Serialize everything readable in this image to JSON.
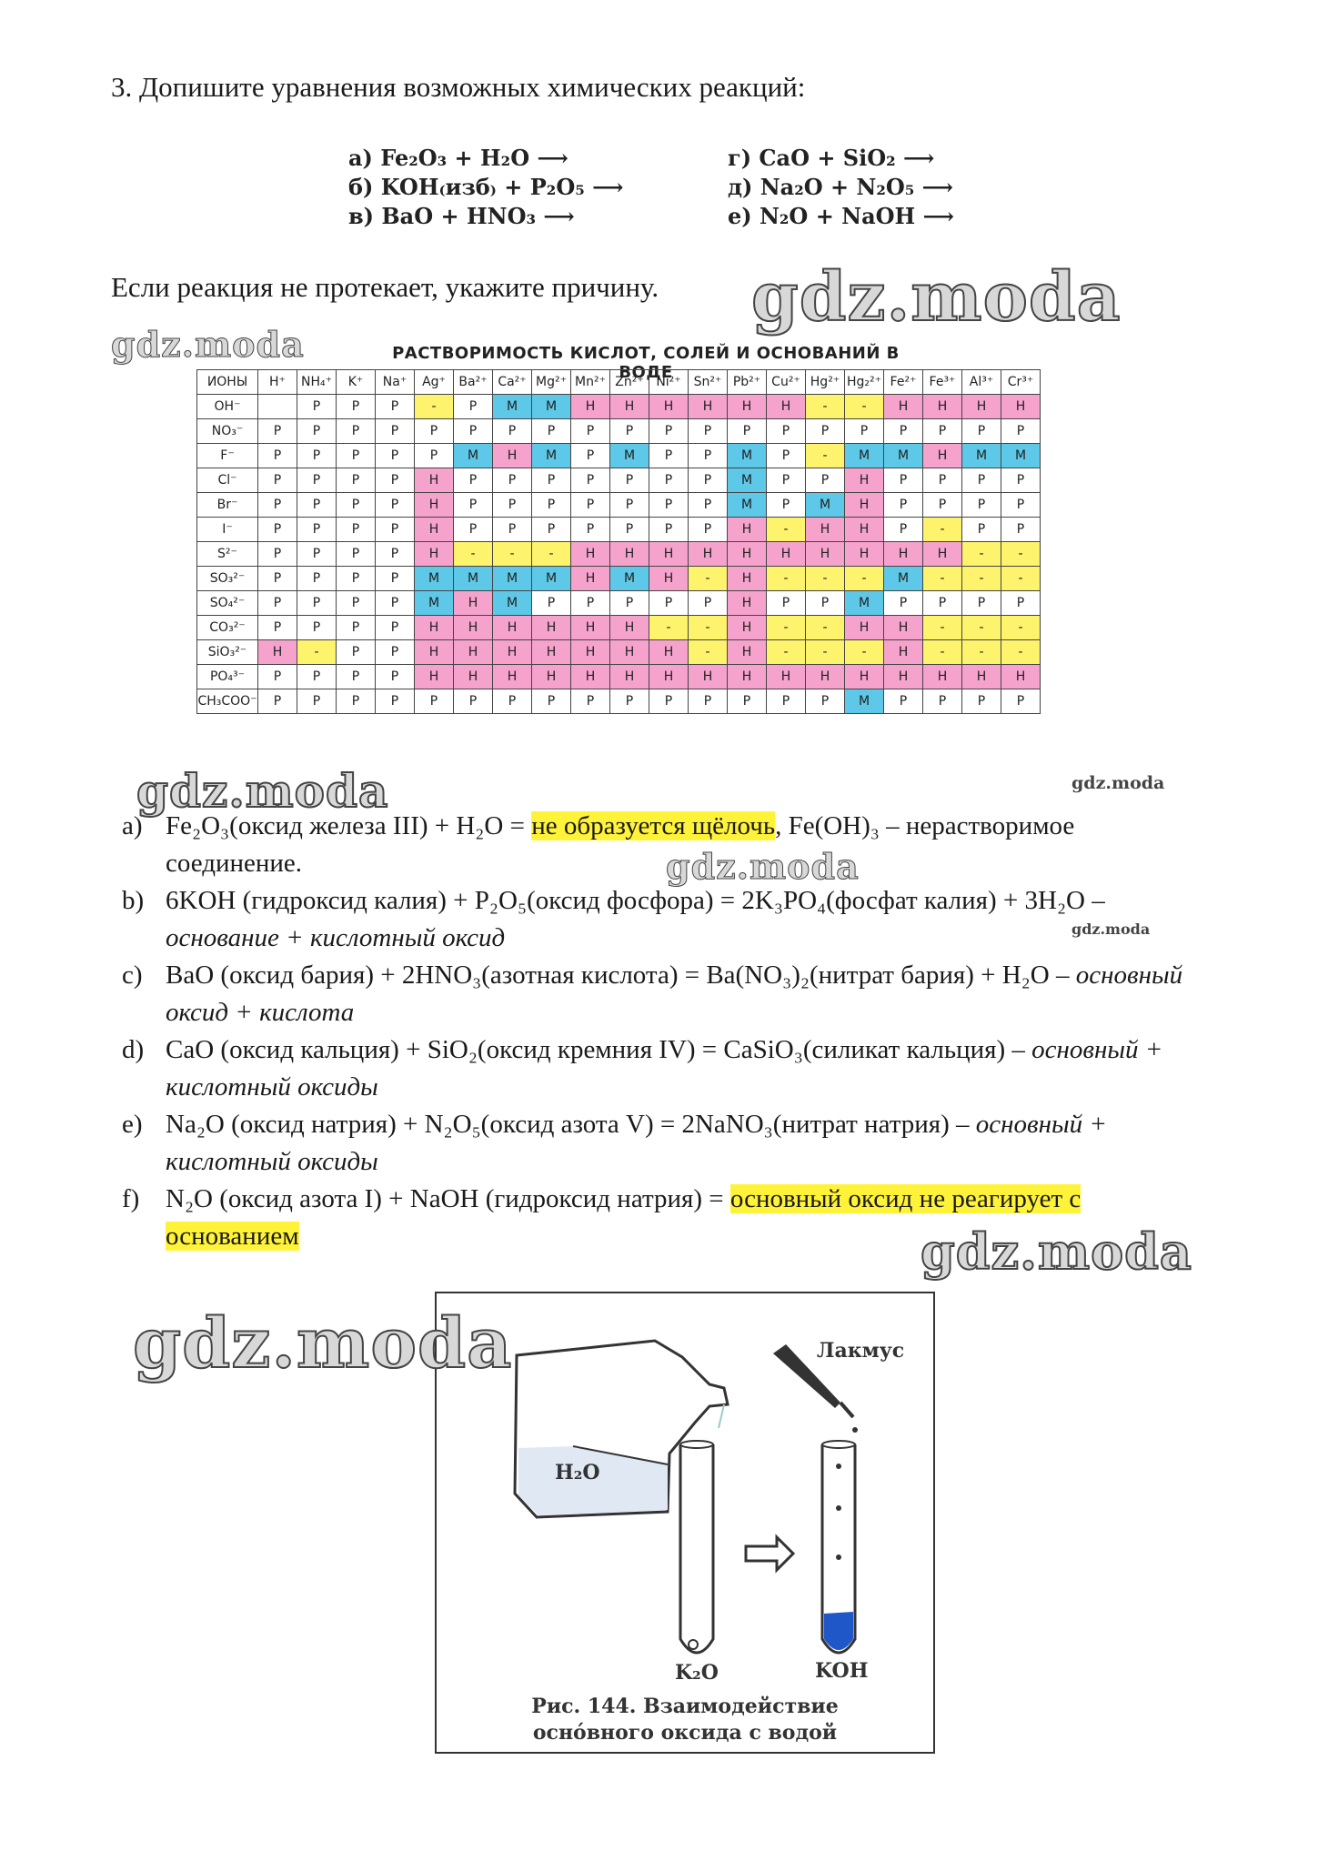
{
  "task": "3. Допишите уравнения возможных химических реакций:",
  "equations_left": [
    "а) Fe₂O₃ + H₂O ⟶",
    "б) KOH₍изб₎ + P₂O₅ ⟶",
    "в) BaO + HNO₃ ⟶"
  ],
  "equations_right": [
    "г) CaO + SiO₂ ⟶",
    "д) Na₂O + N₂O₅ ⟶",
    "е) N₂O + NaOH ⟶"
  ],
  "note": "Если реакция не протекает, укажите причину.",
  "watermark": "gdz.moda",
  "table_title": "РАСТВОРИМОСТЬ КИСЛОТ, СОЛЕЙ И ОСНОВАНИЙ В ВОДЕ",
  "table_header": [
    "ИОНЫ",
    "H⁺",
    "NH₄⁺",
    "K⁺",
    "Na⁺",
    "Ag⁺",
    "Ba²⁺",
    "Ca²⁺",
    "Mg²⁺",
    "Mn²⁺",
    "Zn²⁺",
    "Ni²⁺",
    "Sn²⁺",
    "Pb²⁺",
    "Cu²⁺",
    "Hg²⁺",
    "Hg₂²⁺",
    "Fe²⁺",
    "Fe³⁺",
    "Al³⁺",
    "Cr³⁺"
  ],
  "table_rows": [
    [
      "OH⁻",
      "",
      "P",
      "P",
      "P",
      "-",
      "P",
      "M",
      "M",
      "H",
      "H",
      "H",
      "H",
      "H",
      "H",
      "-",
      "-",
      "H",
      "H",
      "H",
      "H"
    ],
    [
      "NO₃⁻",
      "P",
      "P",
      "P",
      "P",
      "P",
      "P",
      "P",
      "P",
      "P",
      "P",
      "P",
      "P",
      "P",
      "P",
      "P",
      "P",
      "P",
      "P",
      "P",
      "P"
    ],
    [
      "F⁻",
      "P",
      "P",
      "P",
      "P",
      "P",
      "M",
      "H",
      "M",
      "P",
      "M",
      "P",
      "P",
      "M",
      "P",
      "-",
      "M",
      "M",
      "H",
      "M",
      "M"
    ],
    [
      "Cl⁻",
      "P",
      "P",
      "P",
      "P",
      "H",
      "P",
      "P",
      "P",
      "P",
      "P",
      "P",
      "P",
      "M",
      "P",
      "P",
      "H",
      "P",
      "P",
      "P",
      "P"
    ],
    [
      "Br⁻",
      "P",
      "P",
      "P",
      "P",
      "H",
      "P",
      "P",
      "P",
      "P",
      "P",
      "P",
      "P",
      "M",
      "P",
      "M",
      "H",
      "P",
      "P",
      "P",
      "P"
    ],
    [
      "I⁻",
      "P",
      "P",
      "P",
      "P",
      "H",
      "P",
      "P",
      "P",
      "P",
      "P",
      "P",
      "P",
      "H",
      "-",
      "H",
      "H",
      "P",
      "-",
      "P",
      "P"
    ],
    [
      "S²⁻",
      "P",
      "P",
      "P",
      "P",
      "H",
      "-",
      "-",
      "-",
      "H",
      "H",
      "H",
      "H",
      "H",
      "H",
      "H",
      "H",
      "H",
      "H",
      "-",
      "-"
    ],
    [
      "SO₃²⁻",
      "P",
      "P",
      "P",
      "P",
      "M",
      "M",
      "M",
      "M",
      "H",
      "M",
      "H",
      "-",
      "H",
      "-",
      "-",
      "-",
      "M",
      "-",
      "-",
      "-"
    ],
    [
      "SO₄²⁻",
      "P",
      "P",
      "P",
      "P",
      "M",
      "H",
      "M",
      "P",
      "P",
      "P",
      "P",
      "P",
      "H",
      "P",
      "P",
      "M",
      "P",
      "P",
      "P",
      "P"
    ],
    [
      "CO₃²⁻",
      "P",
      "P",
      "P",
      "P",
      "H",
      "H",
      "H",
      "H",
      "H",
      "H",
      "-",
      "-",
      "H",
      "-",
      "-",
      "H",
      "H",
      "-",
      "-",
      "-"
    ],
    [
      "SiO₃²⁻",
      "H",
      "-",
      "P",
      "P",
      "H",
      "H",
      "H",
      "H",
      "H",
      "H",
      "H",
      "-",
      "H",
      "-",
      "-",
      "-",
      "H",
      "-",
      "-",
      "-"
    ],
    [
      "PO₄³⁻",
      "P",
      "P",
      "P",
      "P",
      "H",
      "H",
      "H",
      "H",
      "H",
      "H",
      "H",
      "H",
      "H",
      "H",
      "H",
      "H",
      "H",
      "H",
      "H",
      "H"
    ],
    [
      "CH₃COO⁻",
      "P",
      "P",
      "P",
      "P",
      "P",
      "P",
      "P",
      "P",
      "P",
      "P",
      "P",
      "P",
      "P",
      "P",
      "P",
      "M",
      "P",
      "P",
      "P",
      "P"
    ]
  ],
  "answers": [
    {
      "label": "a)",
      "pre": "Fe₂O₃(оксид железа III) + H₂O = ",
      "hl": "не образуется щёлочь",
      "post": ", Fe(OH)₃ – нерастворимое соединение.",
      "ital": ""
    },
    {
      "label": "b)",
      "pre": "6KOH (гидроксид калия) + P₂O₅(оксид фосфора) = 2K₃PO₄(фосфат калия) + 3H₂O – ",
      "hl": "",
      "post": "",
      "ital": "основание + кислотный оксид"
    },
    {
      "label": "c)",
      "pre": "BaO (оксид бария) + 2HNO₃(азотная кислота) = Ba(NO₃)₂(нитрат бария) + H₂O – ",
      "hl": "",
      "post": "",
      "ital": "основный оксид + кислота"
    },
    {
      "label": "d)",
      "pre": "CaO (оксид кальция) + SiO₂(оксид кремния IV) = CaSiO₃(силикат кальция) ",
      "hl": "",
      "post": "",
      "ital": "– основный + кислотный оксиды"
    },
    {
      "label": "e)",
      "pre": "Na₂O (оксид натрия) + N₂O₅(оксид азота V) = 2NaNO₃(нитрат натрия) – ",
      "hl": "",
      "post": "",
      "ital": "основный + кислотный оксиды"
    },
    {
      "label": "f)",
      "pre": "N₂O (оксид азота I) + NaOH (гидроксид натрия) = ",
      "hl": "основный оксид не реагирует с основанием",
      "post": "",
      "ital": ""
    }
  ],
  "figure": {
    "h2o": "H₂O",
    "k2o": "K₂O",
    "koh": "KOH",
    "lakmus": "Лакмус",
    "caption_1": "Рис. 144. Взаимодействие",
    "caption_2": "осно́вного оксида с водой"
  }
}
